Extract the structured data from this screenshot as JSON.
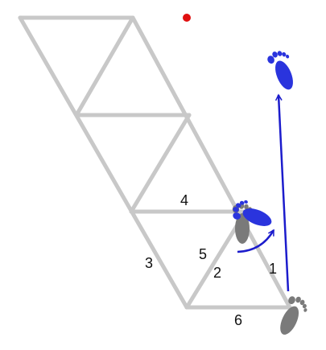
{
  "labels": {
    "l1": "1",
    "l2": "2",
    "l3": "3",
    "l4": "4",
    "l5": "5",
    "l6": "6"
  },
  "colors": {
    "lattice": "#c8c8c8",
    "arrow": "#1c1ccc",
    "blue_foot": "#2a34dd",
    "gray_foot": "#7a7a7a",
    "dot": "#e01010"
  },
  "icons": [
    "footprint-icon"
  ]
}
